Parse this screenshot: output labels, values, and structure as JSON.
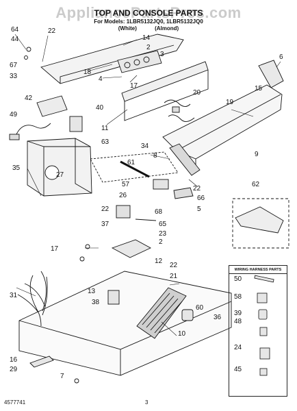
{
  "watermark": "AppliancePartsPros.com",
  "header": {
    "title": "TOP AND CONSOLE PARTS",
    "models": "For Models: 1LBR5132JQ0, 1LBR5132JQ0",
    "color_left": "(White)",
    "color_right": "(Almond)"
  },
  "legend": {
    "title": "WIRING HARNESS PARTS"
  },
  "callouts": [
    {
      "id": "64",
      "label": "64"
    },
    {
      "id": "44",
      "label": "44"
    },
    {
      "id": "22a",
      "label": "22"
    },
    {
      "id": "14",
      "label": "14"
    },
    {
      "id": "2top",
      "label": "2"
    },
    {
      "id": "3",
      "label": "3"
    },
    {
      "id": "18",
      "label": "18"
    },
    {
      "id": "4",
      "label": "4"
    },
    {
      "id": "17top",
      "label": "17"
    },
    {
      "id": "6",
      "label": "6"
    },
    {
      "id": "67",
      "label": "67"
    },
    {
      "id": "33",
      "label": "33"
    },
    {
      "id": "19",
      "label": "19"
    },
    {
      "id": "15",
      "label": "15"
    },
    {
      "id": "42",
      "label": "42"
    },
    {
      "id": "40",
      "label": "40"
    },
    {
      "id": "20",
      "label": "20"
    },
    {
      "id": "49",
      "label": "49"
    },
    {
      "id": "11",
      "label": "11"
    },
    {
      "id": "63",
      "label": "63"
    },
    {
      "id": "34",
      "label": "34"
    },
    {
      "id": "9",
      "label": "9"
    },
    {
      "id": "35",
      "label": "35"
    },
    {
      "id": "27",
      "label": "27"
    },
    {
      "id": "61",
      "label": "61"
    },
    {
      "id": "8",
      "label": "8"
    },
    {
      "id": "22b",
      "label": "22"
    },
    {
      "id": "57",
      "label": "57"
    },
    {
      "id": "26",
      "label": "26"
    },
    {
      "id": "66",
      "label": "66"
    },
    {
      "id": "62",
      "label": "62"
    },
    {
      "id": "22c",
      "label": "22"
    },
    {
      "id": "68",
      "label": "68"
    },
    {
      "id": "5",
      "label": "5"
    },
    {
      "id": "37",
      "label": "37"
    },
    {
      "id": "65",
      "label": "65"
    },
    {
      "id": "23",
      "label": "23"
    },
    {
      "id": "2mid",
      "label": "2"
    },
    {
      "id": "17mid",
      "label": "17"
    },
    {
      "id": "12",
      "label": "12"
    },
    {
      "id": "22d",
      "label": "22"
    },
    {
      "id": "21",
      "label": "21"
    },
    {
      "id": "31",
      "label": "31"
    },
    {
      "id": "13",
      "label": "13"
    },
    {
      "id": "60",
      "label": "60"
    },
    {
      "id": "38",
      "label": "38"
    },
    {
      "id": "36",
      "label": "36"
    },
    {
      "id": "10",
      "label": "10"
    },
    {
      "id": "16",
      "label": "16"
    },
    {
      "id": "29",
      "label": "29"
    },
    {
      "id": "7",
      "label": "7"
    },
    {
      "id": "50",
      "label": "50"
    },
    {
      "id": "58",
      "label": "58"
    },
    {
      "id": "39",
      "label": "39"
    },
    {
      "id": "48",
      "label": "48"
    },
    {
      "id": "24",
      "label": "24"
    },
    {
      "id": "45",
      "label": "45"
    }
  ],
  "footer": {
    "doc_number": "4577741",
    "page": "3"
  }
}
